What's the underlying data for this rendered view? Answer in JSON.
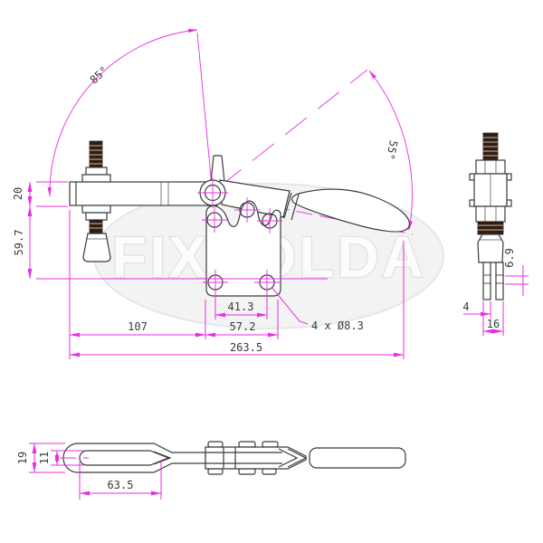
{
  "watermark": {
    "text": "FIXSOLDA"
  },
  "colors": {
    "dimension_magenta": "#e62ee6",
    "drawing_line": "#3b3b3b",
    "thread_dark": "#2f1d12",
    "watermark_gray": "#e7e7e7"
  },
  "front_view": {
    "open_angle": "85°",
    "handle_angle": "55°",
    "bar_height": "20",
    "base_height": "59.7",
    "hole_offset": "107",
    "base_width": "57.2",
    "hole_spacing": "41.3",
    "overall_length": "263.5",
    "mounting_holes": "4 x Ø8.3"
  },
  "side_view": {
    "tip_gap": "6.9",
    "plate_thickness": "4",
    "fork_width": "16"
  },
  "bottom_view": {
    "bar_width": "19",
    "slot_width": "11",
    "slot_length": "63.5"
  }
}
